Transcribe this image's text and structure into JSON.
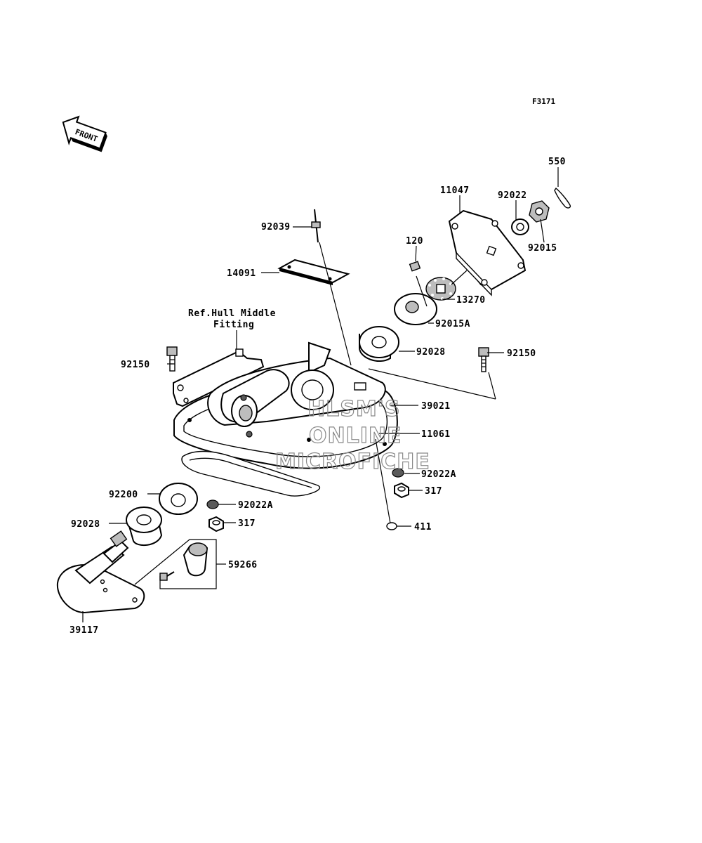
{
  "figure_code": "F3171",
  "front_label": "FRONT",
  "ref_note": {
    "line1": "Ref.Hull Middle",
    "line2": "Fitting"
  },
  "watermark": {
    "line1": "HLSM'S",
    "line2": "ONLINE",
    "line3": "MICROFICHE"
  },
  "callouts": {
    "p550": "550",
    "p11047": "11047",
    "p92022": "92022",
    "p92015": "92015",
    "p92039": "92039",
    "p120": "120",
    "p14091": "14091",
    "p13270": "13270",
    "p92015a": "92015A",
    "p92028_top": "92028",
    "p92150_left": "92150",
    "p92150_right": "92150",
    "p39021": "39021",
    "p11061": "11061",
    "p92022a_right": "92022A",
    "p317_right": "317",
    "p411": "411",
    "p92200": "92200",
    "p92022a_left": "92022A",
    "p92028_bottom": "92028",
    "p317_left": "317",
    "p59266": "59266",
    "p39117": "39117"
  }
}
